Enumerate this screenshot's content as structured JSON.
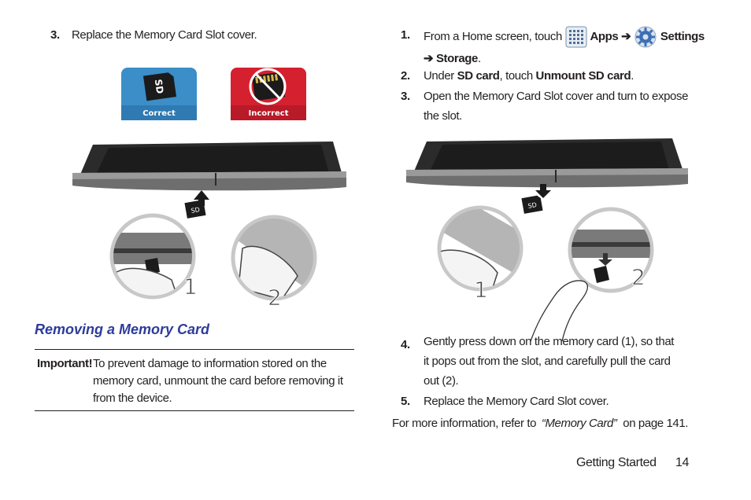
{
  "left": {
    "step3": {
      "number": "3.",
      "text": "Replace the Memory Card Slot cover."
    },
    "labels": {
      "correct": "Correct",
      "incorrect": "Incorrect"
    },
    "callouts": [
      "1",
      "2"
    ],
    "section_title": "Removing a Memory Card",
    "important": {
      "label": "Important!",
      "line1": "To prevent damage to information stored on the",
      "line2": "memory card, unmount the card before removing it",
      "line3": "from the device."
    }
  },
  "right": {
    "step1": {
      "number": "1.",
      "prefix": "From a Home screen, touch",
      "apps": "Apps",
      "arrow1": "➔",
      "settings": "Settings",
      "arrow2": "➔",
      "storage": "Storage",
      "end": "."
    },
    "step2": {
      "number": "2.",
      "prefix": "Under",
      "sdcard": "SD card",
      "mid": ", touch",
      "unmount": "Unmount SD card",
      "end": "."
    },
    "step3": {
      "number": "3.",
      "line1": "Open the Memory Card Slot cover and turn to expose",
      "line2": "the slot."
    },
    "callouts": [
      "1",
      "2"
    ],
    "step4": {
      "number": "4.",
      "line1": "Gently press down on the memory card (1), so that",
      "line2": "it pops out from the slot, and carefully pull the card",
      "line3": "out (2)."
    },
    "step5": {
      "number": "5.",
      "text": "Replace the Memory Card Slot cover."
    },
    "more": {
      "prefix": "For more information, refer to",
      "link": "“Memory Card”",
      "suffix": "on page 141."
    }
  },
  "footer": {
    "section": "Getting Started",
    "page": "14"
  },
  "colors": {
    "heading": "#2d3c9a",
    "correct": "#3b8ec8",
    "incorrect": "#d52030"
  }
}
